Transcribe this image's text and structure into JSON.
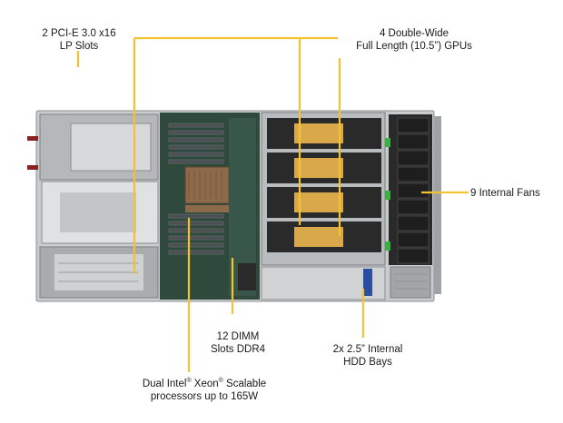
{
  "labels": {
    "pcie_line1": "2 PCI-E 3.0 x16",
    "pcie_line2": "LP Slots",
    "gpu_line1": "4 Double-Wide",
    "gpu_line2": "Full Length (10.5”) GPUs",
    "fans": "9 Internal Fans",
    "dimm_line1": "12 DIMM",
    "dimm_line2": "Slots DDR4",
    "hdd_line1": "2x 2.5” Internal",
    "hdd_line2": "HDD Bays",
    "cpu_line1_a": "Dual Intel",
    "cpu_reg": "®",
    "cpu_line1_b": " Xeon",
    "cpu_line1_c": " Scalable",
    "cpu_line2": "processors up to 165W"
  },
  "colors": {
    "callout": "#f2c230",
    "chassis": "#c9cbcd",
    "board": "#2f4a3c",
    "gpu_shroud": "#2a2a2a",
    "gpu_accent": "#d9a84a",
    "fan": "#1e1e1e",
    "fan_clip": "#3cb043"
  }
}
